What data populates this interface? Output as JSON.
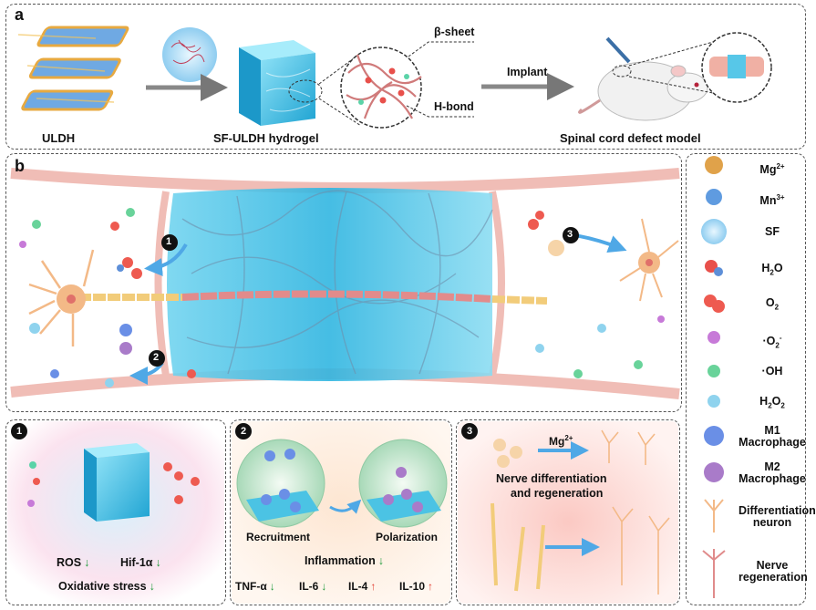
{
  "panel_a": {
    "letter": "a",
    "uldh_label": "ULDH",
    "hydrogel_label": "SF-ULDH hydrogel",
    "beta_sheet_label": "β-sheet",
    "hbond_label": "H-bond",
    "implant_label": "Implant",
    "model_label": "Spinal cord defect model"
  },
  "panel_b": {
    "letter": "b",
    "step1": "1",
    "step2": "2",
    "step3": "3"
  },
  "legend": {
    "mg": {
      "base": "Mg",
      "sup": "2+"
    },
    "mn": {
      "base": "Mn",
      "sup": "3+"
    },
    "sf": "SF",
    "h2o": {
      "a": "H",
      "sub": "2",
      "b": "O"
    },
    "o2": {
      "a": "O",
      "sub": "2"
    },
    "superoxide": {
      "a": "·O",
      "sub": "2",
      "sup": "-"
    },
    "oh": "·OH",
    "h2o2": {
      "a": "H",
      "sub1": "2",
      "b": "O",
      "sub2": "2"
    },
    "m1": "M1 Macrophage",
    "m2": "M2 Macrophage",
    "diff_neuron": "Differentiation neuron",
    "nerve_regen": "Nerve regeneration"
  },
  "box1": {
    "number": "1",
    "ros": "ROS",
    "hif": "Hif-1α",
    "oxidative": "Oxidative stress"
  },
  "box2": {
    "number": "2",
    "recruitment": "Recruitment",
    "polarization": "Polarization",
    "inflammation": "Inflammation",
    "tnf": "TNF-α",
    "il6": "IL-6",
    "il4": "IL-4",
    "il10": "IL-10"
  },
  "box3": {
    "number": "3",
    "mg": {
      "base": "Mg",
      "sup": "2+"
    },
    "line1": "Nerve differentiation",
    "line2": "and regeneration"
  },
  "colors": {
    "mg": "#e0a24a",
    "mn": "#5f9be0",
    "h2o_o": "#e8504b",
    "h2o_h": "#5d8fd8",
    "o2": "#ee5a50",
    "superoxide": "#c77ad8",
    "oh": "#69d39a",
    "h2o2": "#8fd3ee",
    "m1": "#6a8fe6",
    "m2": "#a97bc9",
    "hydrogel": "#3fc3e6",
    "neuron": "#f0b482",
    "axon": "#e08b8b",
    "down_arrow": "#1f9a3a",
    "up_arrow": "#e23b2e"
  }
}
